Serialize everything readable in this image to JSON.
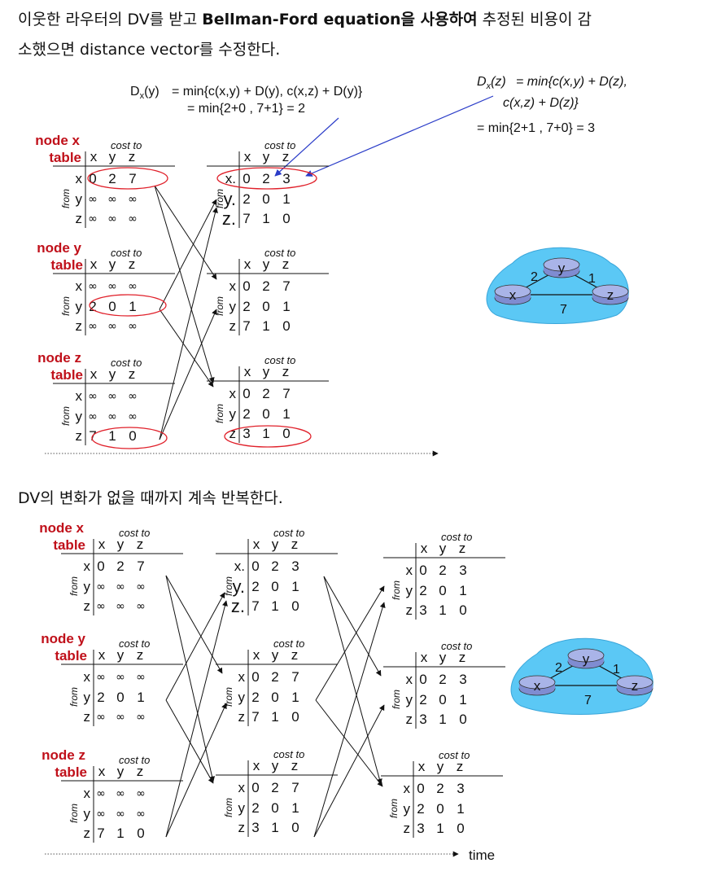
{
  "paragraphs": {
    "intro_plain_1": "이웃한 라우터의 DV를 받고 ",
    "intro_bold": "Bellman-Ford equation을 사용하여",
    "intro_plain_2": " 추정된 비용이 감",
    "intro_line2": "소했으면 distance vector를 수정한다.",
    "repeat": "DV의 변화가 없을 때까지 계속 반복한다."
  },
  "labels": {
    "node_x": [
      "node x",
      "table"
    ],
    "node_y": [
      "node y",
      "table"
    ],
    "node_z": [
      "node z",
      "table"
    ],
    "cost_to": "cost to",
    "from": "from",
    "cols": [
      "x",
      "y",
      "z"
    ],
    "time": "time"
  },
  "annotations": {
    "dxy_line1": "= min{c(x,y) + D(y), c(x,z) + D(y)}",
    "dxy_line2": "= min{2+0 , 7+1} = 2",
    "dxz_line1": "= min{c(x,y) +  D(z),",
    "dxz_line2": "c(x,z) + D(z)}",
    "dxz_line3": "= min{2+1 , 7+0} = 3"
  },
  "graph": {
    "nodes": [
      "x",
      "y",
      "z"
    ],
    "weights": {
      "xy": "2",
      "yz": "1",
      "xz": "7"
    },
    "colors": {
      "cloud": "#5bc8f5",
      "router": "#a9b4e8",
      "router_dark": "#7f8cd1"
    }
  },
  "colors": {
    "node_label": "#c0101a",
    "circle": "#e0202a",
    "arrow_blue": "#2a3cc8"
  },
  "diagram1": {
    "initial": {
      "node_x": [
        [
          "0",
          "2",
          "7"
        ],
        [
          "∞",
          "∞",
          "∞"
        ],
        [
          "∞",
          "∞",
          "∞"
        ]
      ],
      "node_y": [
        [
          "∞",
          "∞",
          "∞"
        ],
        [
          "2",
          "0",
          "1"
        ],
        [
          "∞",
          "∞",
          "∞"
        ]
      ],
      "node_z": [
        [
          "∞",
          "∞",
          "∞"
        ],
        [
          "∞",
          "∞",
          "∞"
        ],
        [
          "7",
          "1",
          "0"
        ]
      ]
    },
    "updated": {
      "node_x": [
        [
          "0",
          "2",
          "3"
        ],
        [
          "2",
          "0",
          "1"
        ],
        [
          "7",
          "1",
          "0"
        ]
      ],
      "node_y": [
        [
          "0",
          "2",
          "7"
        ],
        [
          "2",
          "0",
          "1"
        ],
        [
          "7",
          "1",
          "0"
        ]
      ],
      "node_z": [
        [
          "0",
          "2",
          "7"
        ],
        [
          "2",
          "0",
          "1"
        ],
        [
          "3",
          "1",
          "0"
        ]
      ]
    }
  },
  "diagram2": {
    "initial": {
      "node_x": [
        [
          "0",
          "2",
          "7"
        ],
        [
          "∞",
          "∞",
          "∞"
        ],
        [
          "∞",
          "∞",
          "∞"
        ]
      ],
      "node_y": [
        [
          "∞",
          "∞",
          "∞"
        ],
        [
          "2",
          "0",
          "1"
        ],
        [
          "∞",
          "∞",
          "∞"
        ]
      ],
      "node_z": [
        [
          "∞",
          "∞",
          "∞"
        ],
        [
          "∞",
          "∞",
          "∞"
        ],
        [
          "7",
          "1",
          "0"
        ]
      ]
    },
    "step1": {
      "node_x": [
        [
          "0",
          "2",
          "3"
        ],
        [
          "2",
          "0",
          "1"
        ],
        [
          "7",
          "1",
          "0"
        ]
      ],
      "node_y": [
        [
          "0",
          "2",
          "7"
        ],
        [
          "2",
          "0",
          "1"
        ],
        [
          "7",
          "1",
          "0"
        ]
      ],
      "node_z": [
        [
          "0",
          "2",
          "7"
        ],
        [
          "2",
          "0",
          "1"
        ],
        [
          "3",
          "1",
          "0"
        ]
      ]
    },
    "step2": {
      "node_x": [
        [
          "0",
          "2",
          "3"
        ],
        [
          "2",
          "0",
          "1"
        ],
        [
          "3",
          "1",
          "0"
        ]
      ],
      "node_y": [
        [
          "0",
          "2",
          "3"
        ],
        [
          "2",
          "0",
          "1"
        ],
        [
          "3",
          "1",
          "0"
        ]
      ],
      "node_z": [
        [
          "0",
          "2",
          "3"
        ],
        [
          "2",
          "0",
          "1"
        ],
        [
          "3",
          "1",
          "0"
        ]
      ]
    }
  }
}
